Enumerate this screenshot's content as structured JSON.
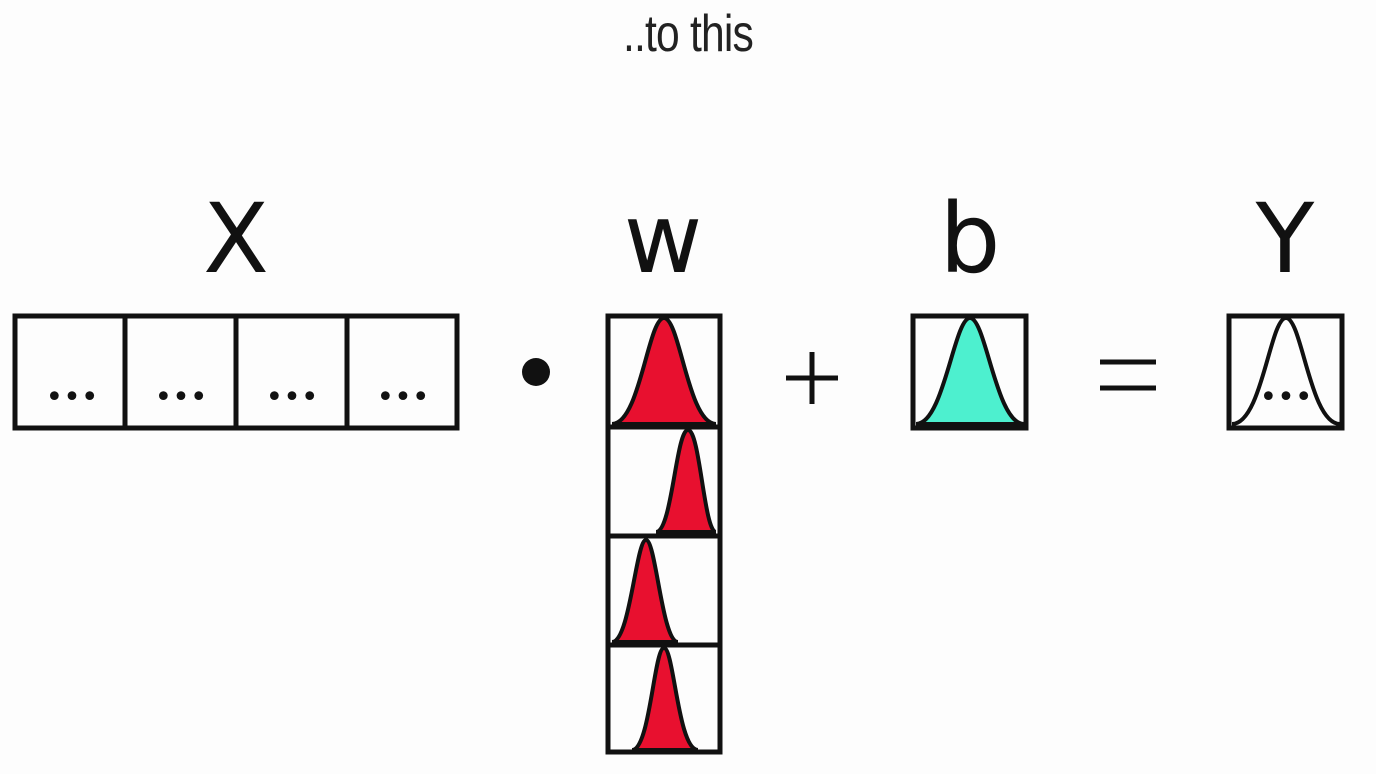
{
  "heading": "..to this",
  "labels": {
    "x": "X",
    "w": "w",
    "b": "b",
    "y": "Y"
  },
  "operators": {
    "dot": "•",
    "plus": "+",
    "equals": "="
  },
  "cell_text": "•••",
  "colors": {
    "weight_fill": "#e8102f",
    "bias_fill": "#4df0cf",
    "stroke": "#111111"
  }
}
